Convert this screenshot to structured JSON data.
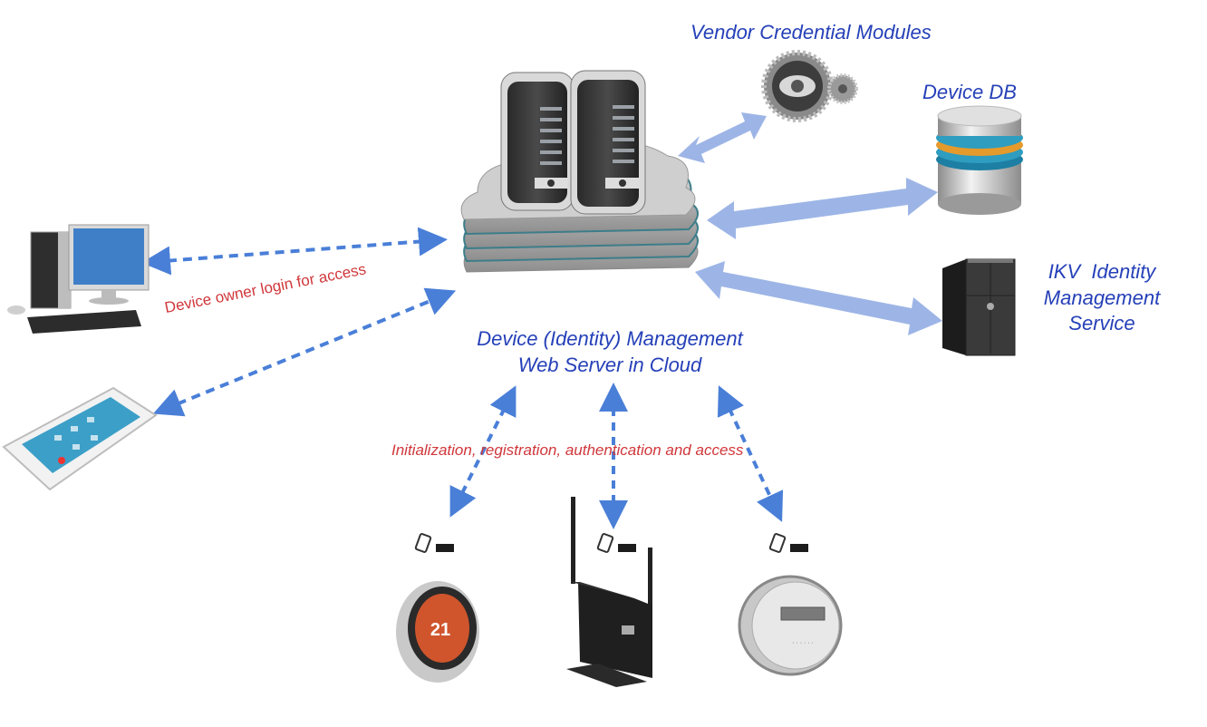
{
  "colors": {
    "label_blue": "#2540b8",
    "annotation_red": "#d0373b",
    "arrow_dashed": "#4a7fd8",
    "arrow_solid": "#9db5e6"
  },
  "nodes": {
    "cloud_server": {
      "line1": "Device (Identity) Management",
      "line2": "Web Server in Cloud",
      "icon": "cloud-server-icon"
    },
    "vendor_modules": {
      "label": "Vendor Credential Modules",
      "icon": "gears-icon"
    },
    "device_db": {
      "label": "Device DB",
      "icon": "database-icon"
    },
    "ikv": {
      "line1": "IKV  Identity",
      "line2": "Management",
      "line3": "Service",
      "icon": "tower-server-icon"
    },
    "desktop": {
      "icon": "desktop-computer-icon"
    },
    "phone": {
      "icon": "smartphone-icon"
    },
    "devices": [
      {
        "name": "thermostat",
        "icon": "thermostat-icon",
        "display": "21"
      },
      {
        "name": "router",
        "icon": "wireless-router-icon"
      },
      {
        "name": "meter",
        "icon": "smart-meter-icon"
      }
    ]
  },
  "annotations": {
    "owner_login": "Device owner login for access",
    "init_flow": "Initialization, registration, authentication and access"
  }
}
